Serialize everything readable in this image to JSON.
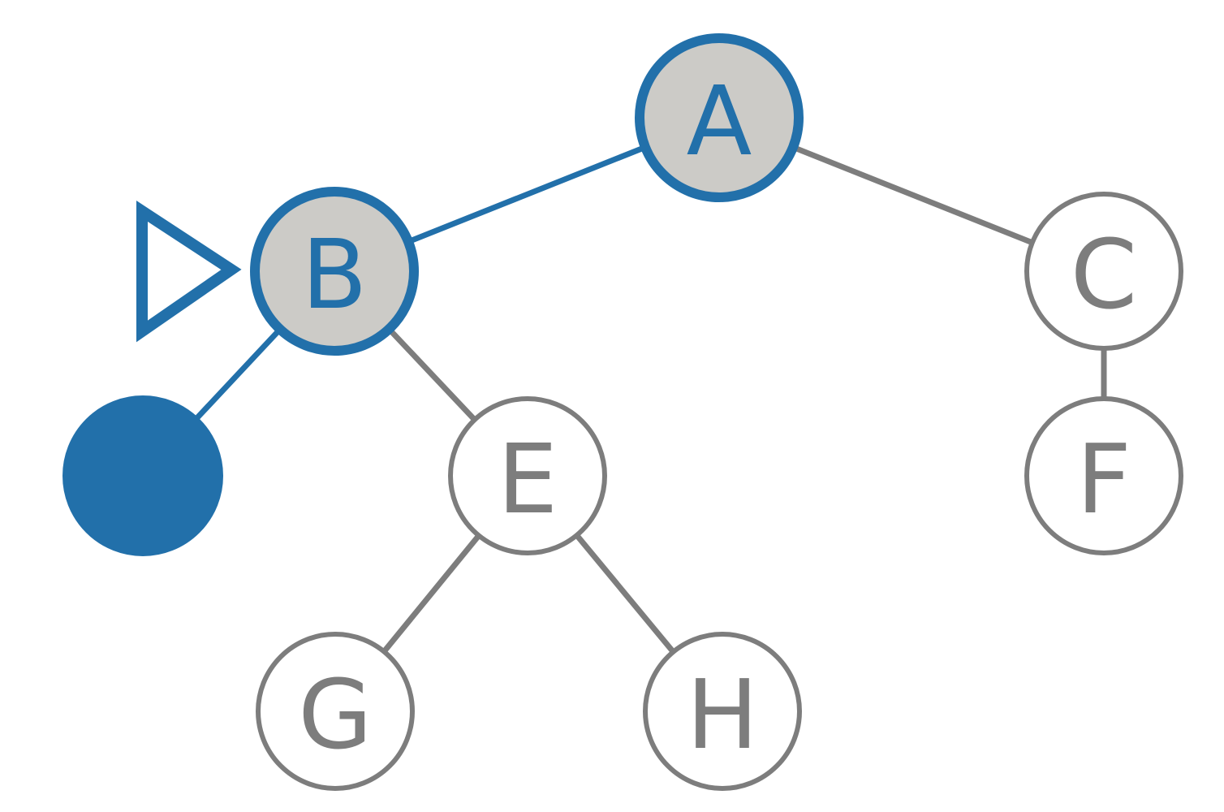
{
  "colors": {
    "accent": "#2270aa",
    "neutral": "#7d7d7d",
    "visited_fill": "#cccbc7",
    "unvisited_fill": "#ffffff",
    "background": "#ffffff"
  },
  "nodes": {
    "A": {
      "label": "A",
      "state": "visited"
    },
    "B": {
      "label": "B",
      "state": "current"
    },
    "C": {
      "label": "C",
      "state": "unvisited"
    },
    "D": {
      "label": "",
      "state": "target-filled"
    },
    "E": {
      "label": "E",
      "state": "unvisited"
    },
    "F": {
      "label": "F",
      "state": "unvisited"
    },
    "G": {
      "label": "G",
      "state": "unvisited"
    },
    "H": {
      "label": "H",
      "state": "unvisited"
    }
  },
  "edges": [
    {
      "from": "A",
      "to": "B",
      "state": "highlighted"
    },
    {
      "from": "A",
      "to": "C",
      "state": "normal"
    },
    {
      "from": "B",
      "to": "D",
      "state": "highlighted"
    },
    {
      "from": "B",
      "to": "E",
      "state": "normal"
    },
    {
      "from": "C",
      "to": "F",
      "state": "normal"
    },
    {
      "from": "E",
      "to": "G",
      "state": "normal"
    },
    {
      "from": "E",
      "to": "H",
      "state": "normal"
    }
  ],
  "pointer": {
    "icon": "triangle-pointer-icon",
    "points_to": "B"
  }
}
